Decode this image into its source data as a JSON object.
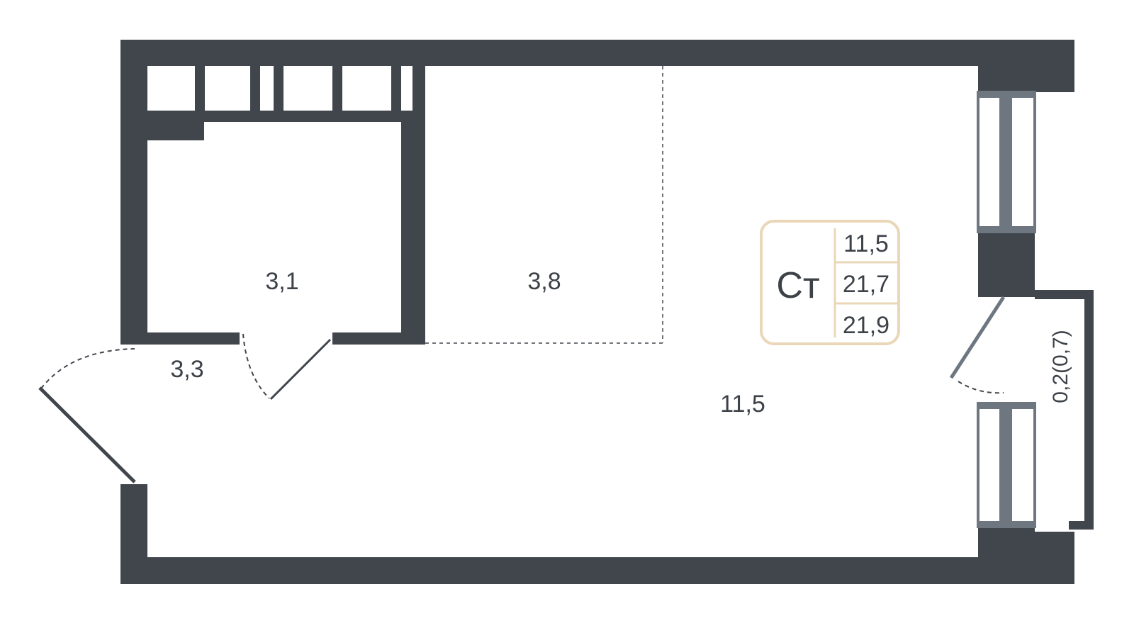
{
  "colors": {
    "wall": "#41464d",
    "window_frame": "#6e7780",
    "badge_border": "#ead7b8",
    "text": "#3d4148",
    "background": "#ffffff"
  },
  "rooms": {
    "bathroom_area": "3,1",
    "kitchen_area": "3,8",
    "hallway_area": "3,3",
    "living_area": "11,5",
    "balcony_area": "0,2(0,7)"
  },
  "badge": {
    "type_label": "Ст",
    "values": [
      "11,5",
      "21,7",
      "21,9"
    ]
  }
}
